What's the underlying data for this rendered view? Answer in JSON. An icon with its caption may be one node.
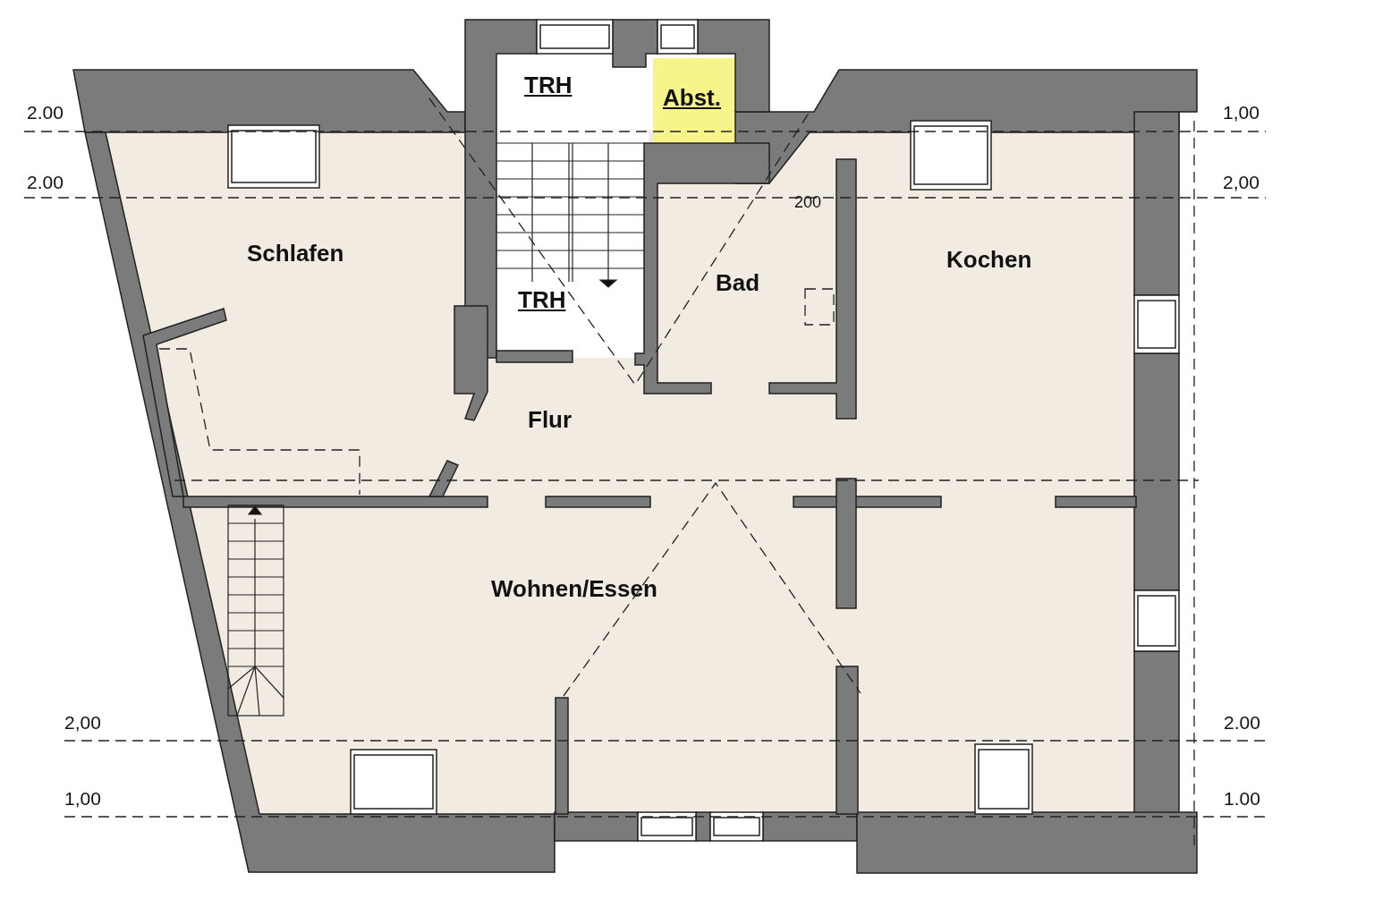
{
  "diagram": {
    "labels": [
      "TRH",
      "Abst.",
      "TRH",
      "Schlafen",
      "Bad",
      "200",
      "Kochen",
      "Flur",
      "Wohnen/Essen",
      "2.00",
      "1,00",
      "2.00",
      "2,00",
      "2,00",
      "2.00",
      "1,00",
      "1.00"
    ]
  }
}
